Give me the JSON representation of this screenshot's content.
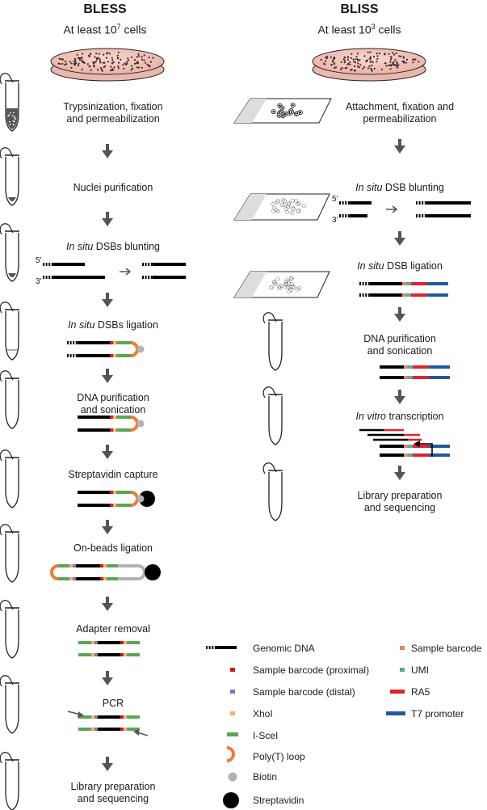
{
  "bless": {
    "title": "BLESS",
    "cells_prefix": "At least 10",
    "cells_exp": "7",
    "cells_suffix": " cells",
    "steps": [
      "Trypsinization, fixation",
      "and permeabilization",
      "Nuclei purification",
      "In situ",
      " DSBs blunting",
      "In situ",
      " DSBs ligation",
      "DNA purification",
      "and sonication",
      "Streptavidin capture",
      "On-beads ligation",
      "Adapter removal",
      "PCR",
      "Library preparation",
      "and sequencing"
    ]
  },
  "bliss": {
    "title": "BLISS",
    "cells_prefix": "At least 10",
    "cells_exp": "3",
    "cells_suffix": " cells",
    "steps": [
      "Attachment, fixation and",
      "permeabilization",
      "In situ",
      " DSB blunting",
      "In situ",
      " DSB ligation",
      "DNA purification",
      "and sonication",
      "In vitro",
      " transcription",
      "Library preparation",
      "and sequencing"
    ]
  },
  "end_labels": {
    "five_prime": "5'",
    "three_prime": "3'"
  },
  "legend": [
    {
      "label": "Genomic DNA",
      "color": "#000000"
    },
    {
      "label": "Sample barcode (proximal)",
      "color": "#d7191c"
    },
    {
      "label": "Sample barcode (distal)",
      "color": "#8a72b8"
    },
    {
      "label": "XhoI",
      "color": "#f2b46b"
    },
    {
      "label": "I-SceI",
      "color": "#5aa454"
    },
    {
      "label": "Poly(T) loop",
      "color": "#f07a3c"
    },
    {
      "label": "Biotin",
      "color": "#b3b3b3"
    },
    {
      "label": "Streptavidin",
      "color": "#000000"
    },
    {
      "label": "Sample barcode",
      "color": "#d98a6a"
    },
    {
      "label": "UMI",
      "color": "#5aa7a7"
    },
    {
      "label": "RA5",
      "color": "#e0232a"
    },
    {
      "label": "T7 promoter",
      "color": "#1f5a9e"
    }
  ]
}
